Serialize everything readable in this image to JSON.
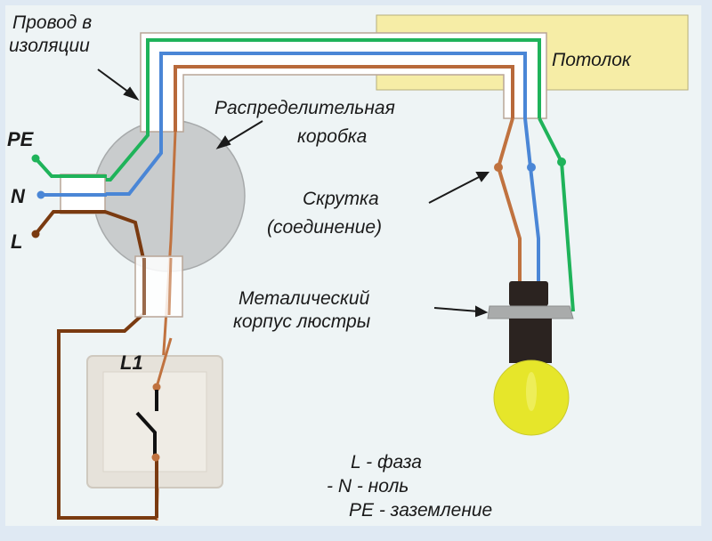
{
  "diagram": {
    "title": "Подключение люстры с заземлением",
    "labels": {
      "wire_insulation": [
        "Провод в",
        "изоляции"
      ],
      "ceiling": "Потолок",
      "junction_box": [
        "Распределительная",
        "коробка"
      ],
      "twist": [
        "Скрутка",
        "(соединение)"
      ],
      "chandelier_body": [
        "Металический",
        "корпус люстры"
      ],
      "terminal_pe": "PE",
      "terminal_n": "N",
      "terminal_l": "L",
      "switch": "L1"
    },
    "legend": [
      {
        "prefix": "",
        "code": "L",
        "text": "- фаза"
      },
      {
        "prefix": "-",
        "code": "N",
        "text": "- ноль"
      },
      {
        "prefix": "",
        "code": "PE",
        "text": "- заземление"
      }
    ],
    "colors": {
      "background": "#eef4f5",
      "frame": "#dfe9f3",
      "ceiling": "#f6eda6",
      "pe_wire": "#1fb35a",
      "n_wire": "#4a86d6",
      "l_wire": "#b8693a",
      "switch_wire": "#7a3a10",
      "box": "#c9cccd",
      "bulb": "#e6e62a",
      "socket": "#2b2320",
      "plate": "#a9abab"
    }
  }
}
